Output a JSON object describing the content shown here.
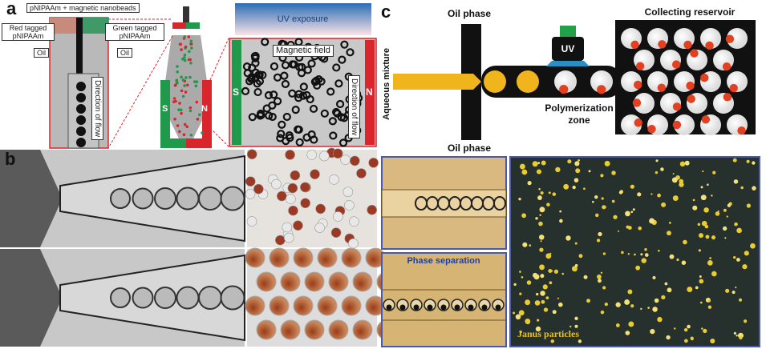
{
  "panels": {
    "a": "a",
    "b": "b",
    "c": "c"
  },
  "panel_a": {
    "top_label": "pNIPAAm + magnetic nanobeads",
    "red_label": "Red tagged pNIPAAm",
    "green_label": "Green tagged pNIPAAm",
    "oil_left": "Oil",
    "oil_right": "Oil",
    "flow_label": "Direction of flow",
    "uv_label": "UV exposure",
    "field_label": "Magnetic field",
    "s_pole": "S",
    "n_pole": "N",
    "flow_label_2": "Direction of flow",
    "colors": {
      "red": "#d9262c",
      "green": "#1f9a4a",
      "uv": "#2a6db5"
    }
  },
  "panel_c": {
    "oil_top": "Oil phase",
    "oil_bottom": "Oil phase",
    "aqueous": "Aqueous mixture",
    "uv": "UV",
    "polymerization": "Polymerization zone",
    "reservoir": "Collecting reservoir",
    "phase_sep": "Phase separation",
    "janus": "Janus particles",
    "colors": {
      "aqueous": "#f0b41c",
      "cap": "#e2401f",
      "frame": "#4a5aa8"
    }
  }
}
